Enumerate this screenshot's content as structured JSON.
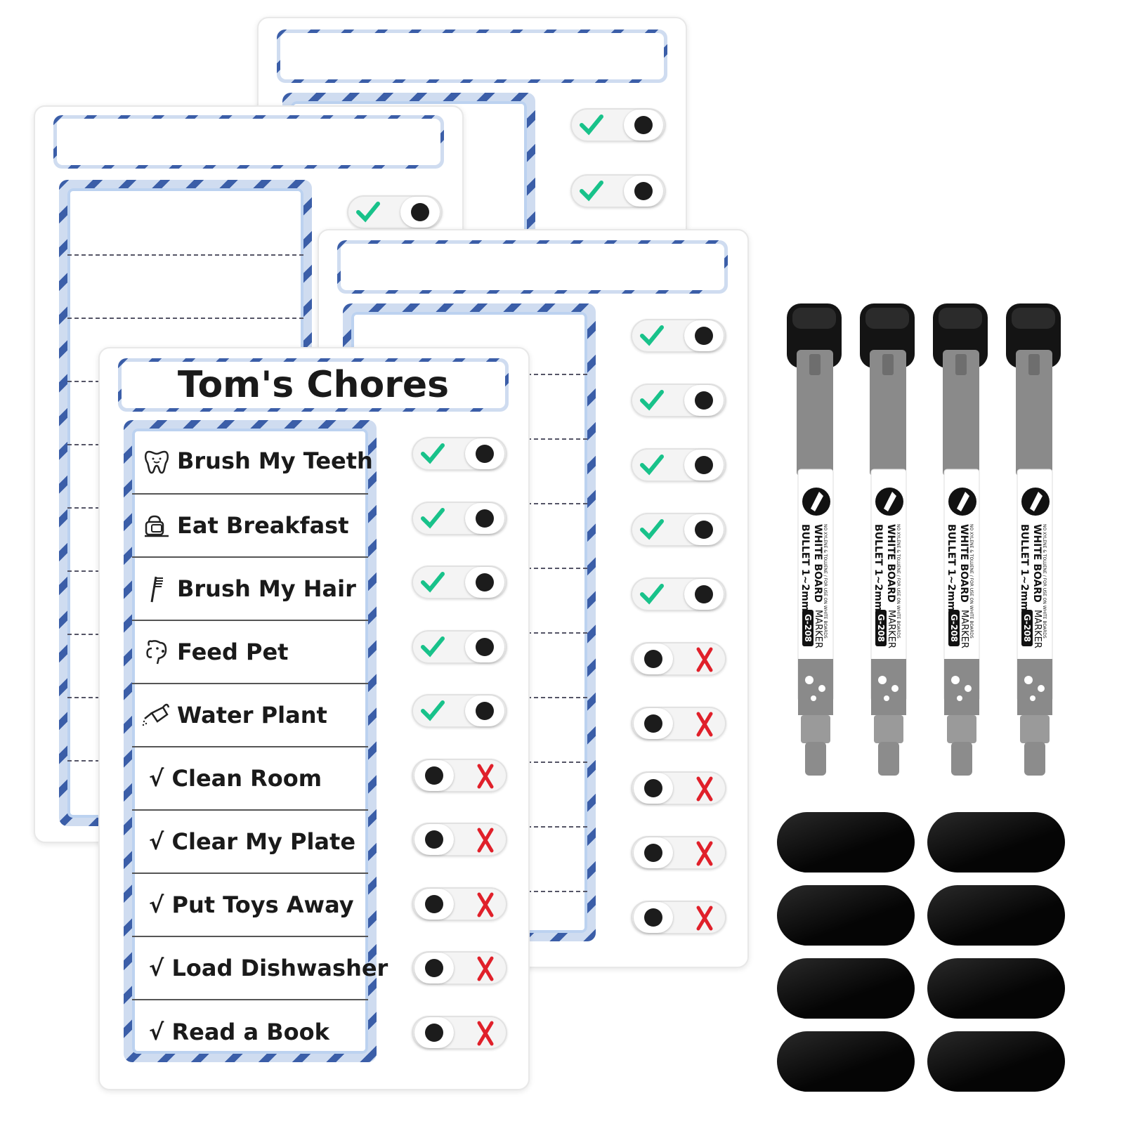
{
  "colors": {
    "stripe_dark": "#3b5ea8",
    "stripe_light": "#cfdcf0",
    "check": "#18c28a",
    "cross": "#e0202a",
    "knob_dot": "#1c1c1c",
    "marker_body": "#8a8a8a",
    "magnet": "#0a0a0a"
  },
  "front_board": {
    "title": "Tom's Chores",
    "chores": [
      {
        "label": "Brush My Teeth",
        "icon": "tooth-icon",
        "status": "done"
      },
      {
        "label": "Eat Breakfast",
        "icon": "breakfast-icon",
        "status": "done"
      },
      {
        "label": "Brush My Hair",
        "icon": "comb-icon",
        "status": "done"
      },
      {
        "label": "Feed Pet",
        "icon": "dog-icon",
        "status": "done"
      },
      {
        "label": "Water Plant",
        "icon": "watering-can-icon",
        "status": "done"
      },
      {
        "label": "√ Clean Room",
        "icon": "",
        "status": "todo"
      },
      {
        "label": "√ Clear My Plate",
        "icon": "",
        "status": "todo"
      },
      {
        "label": "√ Put Toys Away",
        "icon": "",
        "status": "todo"
      },
      {
        "label": "√ Load Dishwasher",
        "icon": "",
        "status": "todo"
      },
      {
        "label": "√ Read a Book",
        "icon": "",
        "status": "todo"
      }
    ]
  },
  "right_board": {
    "slider_states": [
      "done",
      "done",
      "done",
      "done",
      "done",
      "todo",
      "todo",
      "todo",
      "todo",
      "todo"
    ]
  },
  "markers": {
    "count": 4,
    "brand_line_1": "WHITE BOARD",
    "brand_line_2": "MARKER",
    "spec": "BULLET 1~2mm",
    "model": "G-208",
    "small_print": "NO XYLENE & TOLUENE / FOR USE ON WHITE BOARDS"
  },
  "magnets": {
    "count": 8
  }
}
